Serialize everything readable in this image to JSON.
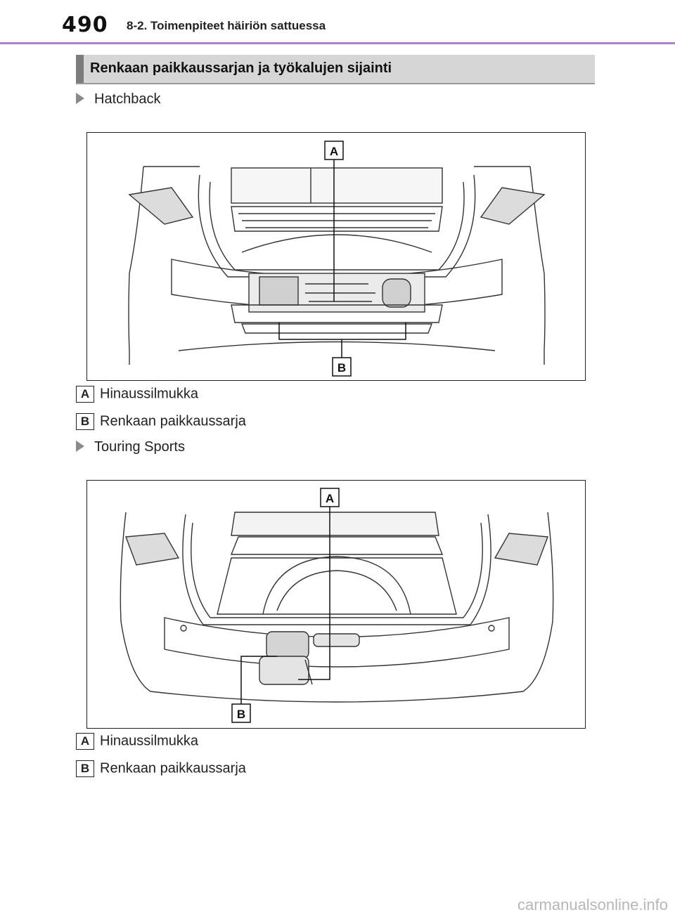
{
  "header": {
    "page_number": "490",
    "chapter": "8-2. Toimenpiteet häiriön sattuessa"
  },
  "section": {
    "title": "Renkaan paikkaussarjan ja työkalujen sijainti"
  },
  "hatchback": {
    "label": "Hatchback",
    "callout_a": "A",
    "callout_b": "B",
    "legend": [
      {
        "key": "A",
        "text": "Hinaussilmukka"
      },
      {
        "key": "B",
        "text": "Renkaan paikkaussarja"
      }
    ]
  },
  "touring": {
    "label": "Touring Sports",
    "callout_a": "A",
    "callout_b": "B",
    "legend": [
      {
        "key": "A",
        "text": "Hinaussilmukka"
      },
      {
        "key": "B",
        "text": "Renkaan paikkaussarja"
      }
    ]
  },
  "watermark": "carmanualsonline.info",
  "colors": {
    "accent_rule": "#b57fc8",
    "heading_bg": "#d6d6d6",
    "heading_bar": "#7c7c7c"
  },
  "icons": {
    "bullet": "triangle-right-icon"
  }
}
